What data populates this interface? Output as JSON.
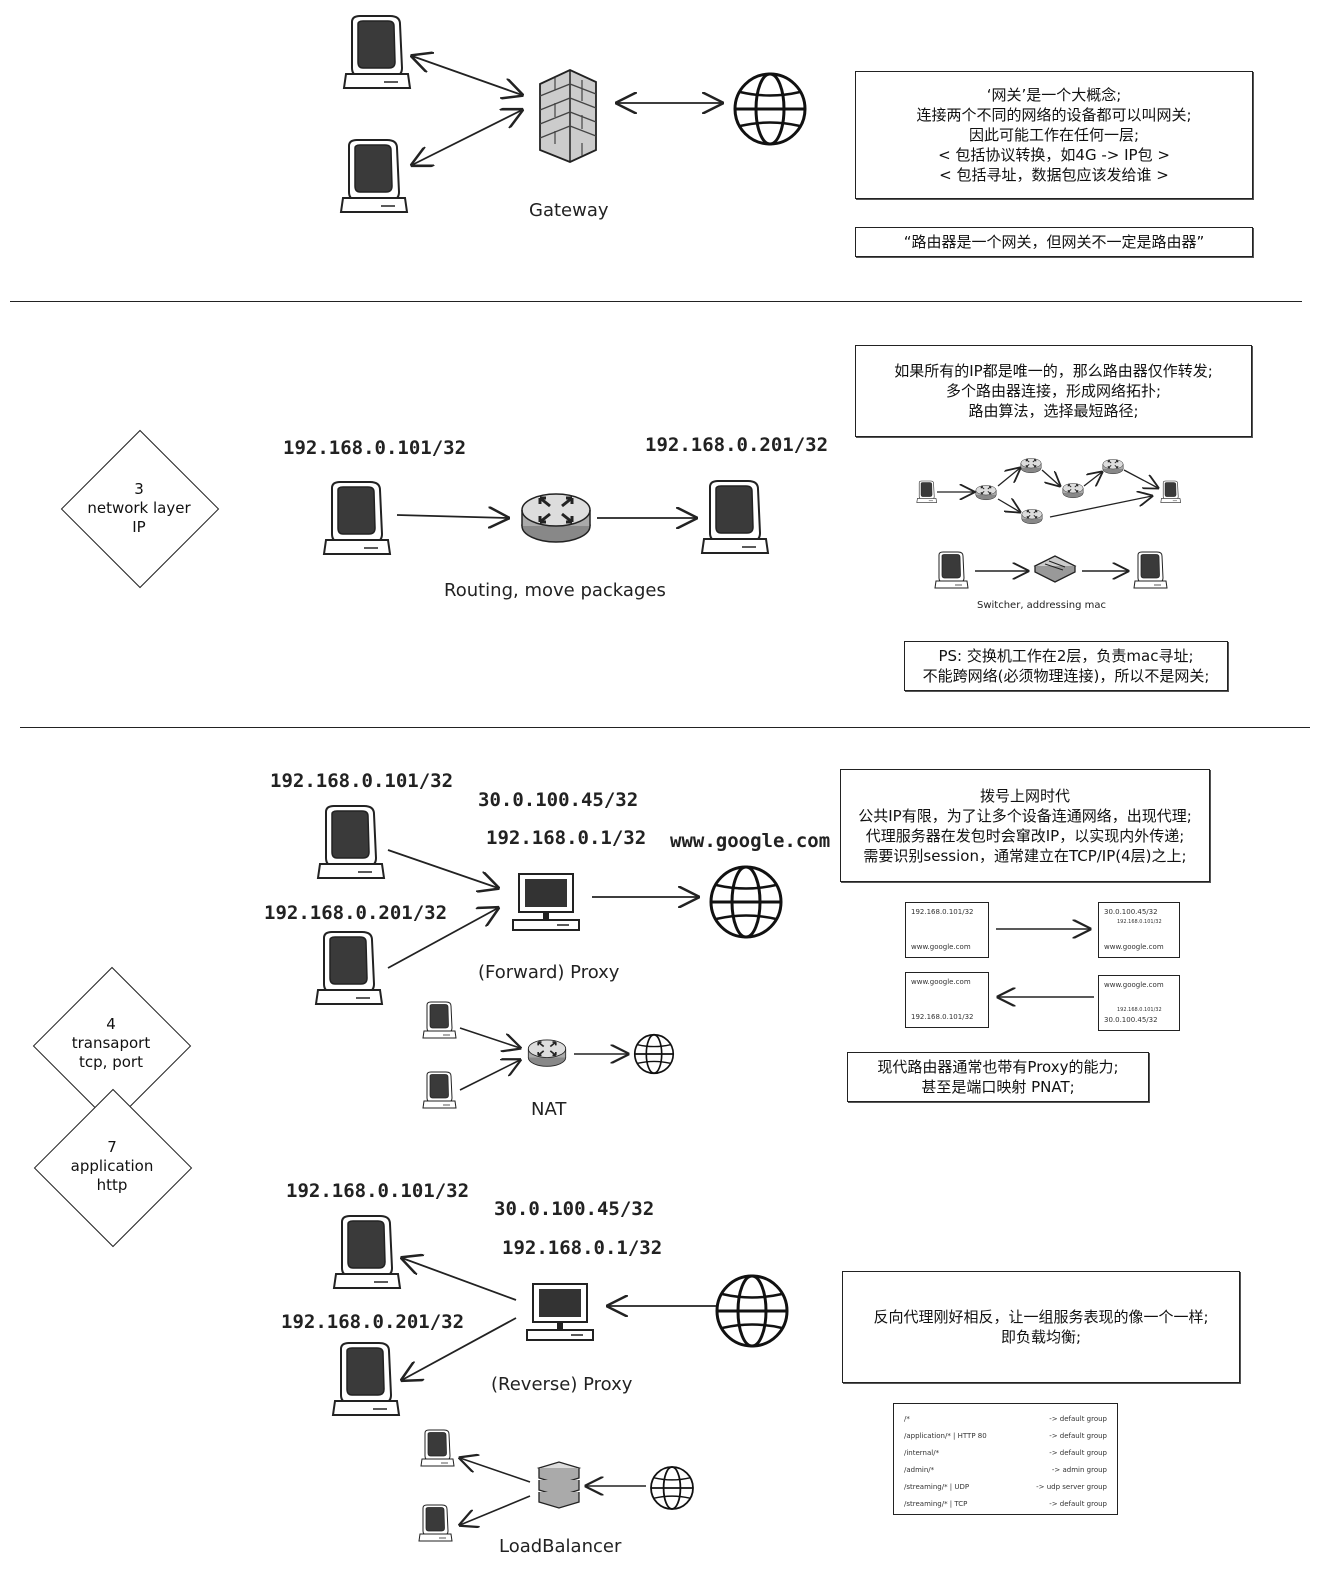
{
  "section1": {
    "gateway_label": "Gateway",
    "note_lines": [
      "‘网关’是一个大概念;",
      "连接两个不同的网络的设备都可以叫网关;",
      "因此可能工作在任何一层;",
      "< 包括协议转换，如4G -> IP包 >",
      "< 包括寻址，数据包应该发给谁 >"
    ],
    "quote": "“路由器是一个网关，但网关不一定是路由器”"
  },
  "section2": {
    "layer": [
      "3",
      "network layer",
      "IP"
    ],
    "ip_left": "192.168.0.101/32",
    "ip_right": "192.168.0.201/32",
    "routing_label": "Routing, move packages",
    "note_lines": [
      "如果所有的IP都是唯一的，那么路由器仅作转发;",
      "多个路由器连接，形成网络拓扑;",
      "路由算法，选择最短路径;"
    ],
    "switcher_label": "Switcher, addressing mac",
    "ps_lines": [
      "PS: 交换机工作在2层，负责mac寻址;",
      "不能跨网络(必须物理连接)，所以不是网关;"
    ]
  },
  "section3": {
    "layer4": [
      "4",
      "transaport",
      "tcp, port"
    ],
    "layer7": [
      "7",
      "application",
      "http"
    ],
    "fwd": {
      "ip_client1": "192.168.0.101/32",
      "ip_client2": "192.168.0.201/32",
      "ip_public": "30.0.100.45/32",
      "ip_private": "192.168.0.1/32",
      "domain": "www.google.com",
      "proxy_label": "(Forward) Proxy",
      "nat_label": "NAT",
      "note_lines": [
        "拨号上网时代",
        "公共IP有限，为了让多个设备连通网络，出现代理;",
        "代理服务器在发包时会窜改IP，以实现内外传递;",
        "需要识别session，通常建立在TCP/IP(4层)之上;"
      ],
      "packets": {
        "p1": [
          "192.168.0.101/32",
          "www.google.com"
        ],
        "p2": [
          "30.0.100.45/32",
          "192.168.0.101/32",
          "www.google.com"
        ],
        "p3": [
          "www.google.com",
          "192.168.0.101/32"
        ],
        "p4": [
          "www.google.com",
          "192.168.0.101/32",
          "30.0.100.45/32"
        ]
      },
      "router_note": [
        "现代路由器通常也带有Proxy的能力;",
        "甚至是端口映射 PNAT;"
      ]
    },
    "rev": {
      "ip_client1": "192.168.0.101/32",
      "ip_client2": "192.168.0.201/32",
      "ip_public": "30.0.100.45/32",
      "ip_private": "192.168.0.1/32",
      "proxy_label": "(Reverse) Proxy",
      "lb_label": "LoadBalancer",
      "note_lines": [
        "反向代理刚好相反，让一组服务表现的像一个一样;",
        "即负载均衡;"
      ],
      "routes": [
        {
          "path": "/*",
          "target": "-> default group"
        },
        {
          "path": "/application/*  | HTTP 80",
          "target": "-> default group"
        },
        {
          "path": "/internal/*",
          "target": "-> default group"
        },
        {
          "path": "/admin/*",
          "target": "-> admin group"
        },
        {
          "path": "/streaming/*  | UDP",
          "target": "-> udp server group"
        },
        {
          "path": "/streaming/*  | TCP",
          "target": "-> default group"
        }
      ]
    }
  }
}
